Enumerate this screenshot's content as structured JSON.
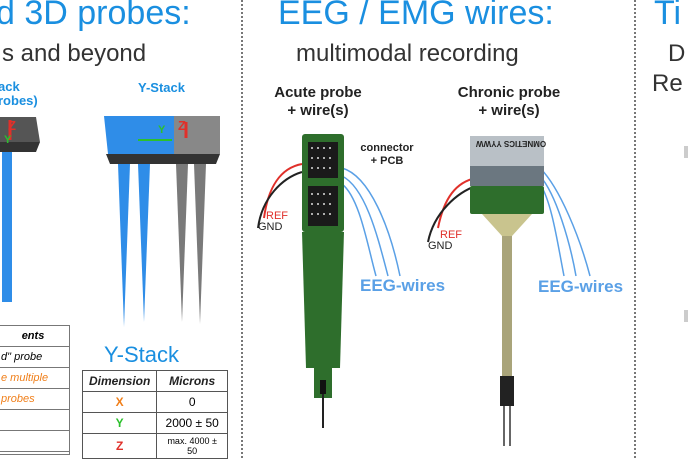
{
  "left": {
    "title": "d 3D probes:",
    "subtitle": "s and beyond",
    "stack_label_1": "ack",
    "stack_label_2": "robes)",
    "axis_z": "Z",
    "axis_y": "Y",
    "table_rows": [
      "ents",
      "d\" probe",
      "e multiple",
      "probes",
      "",
      ""
    ]
  },
  "ystack": {
    "label": "Y-Stack",
    "heading": "Y-Stack",
    "axis_y": "Y",
    "axis_z": "Z",
    "table": {
      "headers": [
        "Dimension",
        "Microns"
      ],
      "rows": [
        {
          "dim": "X",
          "val": "0",
          "color": "#f07f1a"
        },
        {
          "dim": "Y",
          "val": "2000 ± 50",
          "color": "#2cc02c"
        },
        {
          "dim": "Z",
          "val": "max. 4000 ± 50",
          "color": "#e0302a"
        }
      ]
    }
  },
  "middle": {
    "title": "EEG / EMG wires:",
    "subtitle": "multimodal recording",
    "acute_line1": "Acute probe",
    "acute_line2": "+ wire(s)",
    "chronic_line1": "Chronic probe",
    "chronic_line2": "+ wire(s)",
    "connector_line1": "connector",
    "connector_line2": "+ PCB",
    "ref_label": "REF",
    "gnd_label": "GND",
    "eeg_label": "EEG-wires",
    "omnetics_label": "OMNETICS YYWW"
  },
  "right": {
    "title": "Ti",
    "sub1": "D",
    "sub2": "Re"
  },
  "colors": {
    "title_blue": "#1a8fe0",
    "pcb_green": "#2e6e2c",
    "probe_blue": "#2f8de8",
    "probe_gray": "#7a7a7a"
  }
}
